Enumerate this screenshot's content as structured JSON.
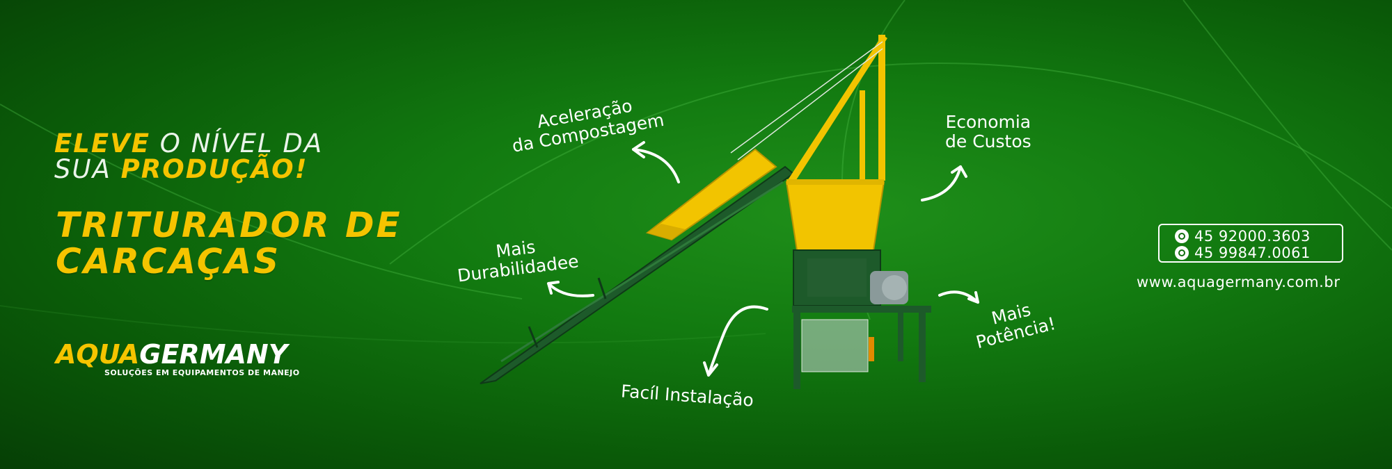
{
  "headline": {
    "line1_yellow": "ELEVE",
    "line1_white": " O NÍVEL DA",
    "line2_white": "SUA ",
    "line2_yellow": "PRODUÇÃO!"
  },
  "product_title": {
    "line1": "TRITURADOR DE",
    "line2": "CARCAÇAS"
  },
  "logo": {
    "brand_yellow": "AQUA",
    "brand_white": "GERMANY",
    "tagline": "SOLUÇÕES EM EQUIPAMENTOS DE MANEJO"
  },
  "benefits": {
    "acceleration": [
      "Aceleração",
      "da Compostagem"
    ],
    "economy": [
      "Economia",
      "de Custos"
    ],
    "durability": [
      "Mais",
      "Durabilidadee"
    ],
    "installation": "Facíl Instalação",
    "power": [
      "Mais",
      "Potência!"
    ]
  },
  "contact": {
    "phones": [
      "45 92000.3603",
      "45 99847.0061"
    ],
    "phone_icon": "whatsapp-icon",
    "website": "www.aquagermany.com.br"
  },
  "colors": {
    "accent": "#f5c400",
    "background": "#127a10",
    "machine_body": "#1d5a2a"
  }
}
